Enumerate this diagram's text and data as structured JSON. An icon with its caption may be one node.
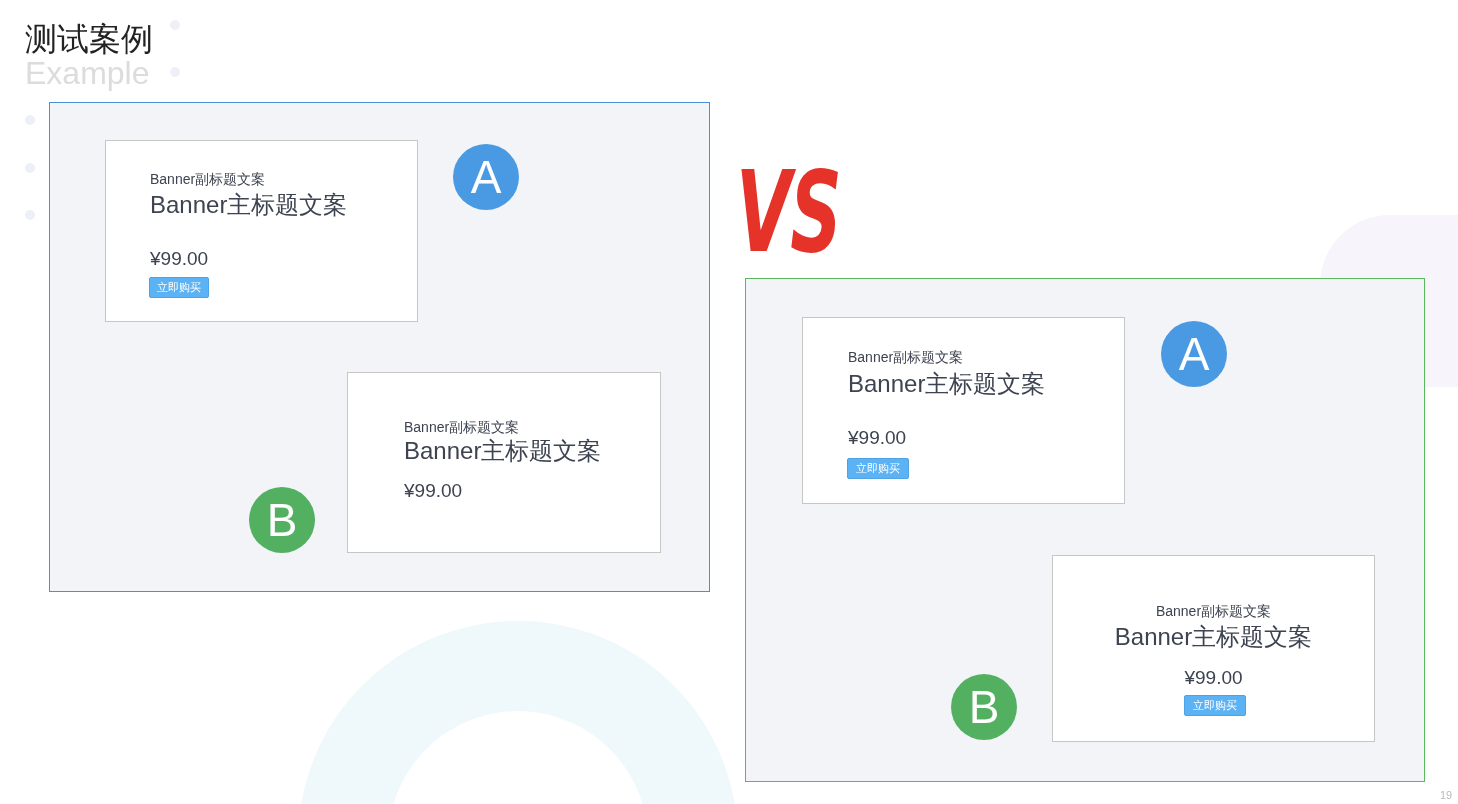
{
  "diagram": {
    "title": "测试案例",
    "nodes": [
      {
        "text": [],
        "shape": "box"
      },
      {
        "text": [
          "Banner副标题文案",
          "Banner主标题文案",
          "¥99.00"
        ],
        "in": 0
      },
      {
        "text": [
          "立即购买"
        ],
        "in": 1
      },
      {
        "text": [
          "A"
        ],
        "in": 0
      },
      {
        "text": [
          "Banner副标题文案",
          "Banner主标题文案",
          "¥99.00"
        ],
        "in": 0
      },
      {
        "text": [
          "B"
        ],
        "in": 0
      },
      {
        "text": [],
        "shape": "box"
      },
      {
        "text": [
          "Banner副标题文案",
          "Banner主标题文案",
          "¥99.00"
        ],
        "in": 6
      },
      {
        "text": [
          "立即购买"
        ],
        "in": 7
      },
      {
        "text": [
          "A"
        ],
        "in": 6
      },
      {
        "text": [
          "Banner副标题文案",
          "Banner主标题文案",
          "¥99.00"
        ],
        "in": 6
      },
      {
        "text": [
          "立即购买"
        ],
        "in": 10
      },
      {
        "text": [
          "B"
        ],
        "in": 6
      }
    ],
    "labels": [
      "Example",
      "VS",
      "19"
    ]
  }
}
